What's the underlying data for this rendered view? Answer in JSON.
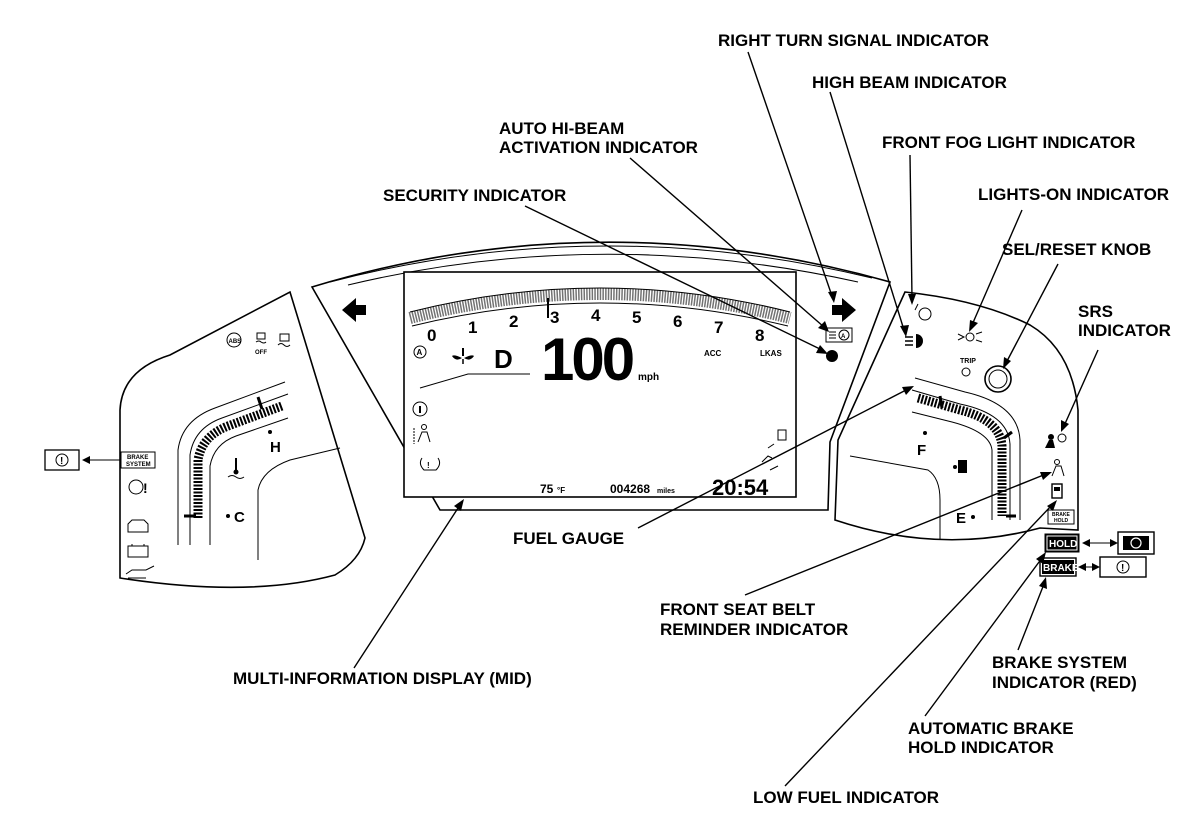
{
  "callouts": {
    "right_turn": "RIGHT TURN SIGNAL INDICATOR",
    "high_beam": "HIGH BEAM INDICATOR",
    "auto_hi_beam_1": "AUTO HI-BEAM",
    "auto_hi_beam_2": "ACTIVATION INDICATOR",
    "front_fog": "FRONT FOG LIGHT INDICATOR",
    "security": "SECURITY INDICATOR",
    "lights_on": "LIGHTS-ON INDICATOR",
    "sel_reset": "SEL/RESET KNOB",
    "srs_1": "SRS",
    "srs_2": "INDICATOR",
    "fuel_gauge": "FUEL GAUGE",
    "seat_belt_1": "FRONT SEAT BELT",
    "seat_belt_2": "REMINDER INDICATOR",
    "mid": "MULTI-INFORMATION DISPLAY (MID)",
    "brake_system_1": "BRAKE SYSTEM",
    "brake_system_2": "INDICATOR (RED)",
    "auto_brake_hold_1": "AUTOMATIC BRAKE",
    "auto_brake_hold_2": "HOLD INDICATOR",
    "low_fuel": "LOW FUEL INDICATOR"
  },
  "mid": {
    "tach_numbers": [
      "0",
      "1",
      "2",
      "3",
      "4",
      "5",
      "6",
      "7",
      "8"
    ],
    "gear": "D",
    "speed": "100",
    "speed_unit": "mph",
    "acc": "ACC",
    "lkas": "LKAS",
    "temperature": "75",
    "temperature_unit": "°F",
    "odometer": "004268",
    "odometer_unit": "miles",
    "clock": "20:54"
  },
  "left_gauge": {
    "hot": "H",
    "cold": "C",
    "brake_system_badge_1": "BRAKE",
    "brake_system_badge_2": "SYSTEM",
    "off_label": "OFF"
  },
  "right_gauge": {
    "full": "F",
    "empty": "E",
    "trip": "TRIP",
    "hold": "HOLD",
    "brake": "BRAKE",
    "brake_hold_badge_1": "BRAKE",
    "brake_hold_badge_2": "HOLD"
  }
}
